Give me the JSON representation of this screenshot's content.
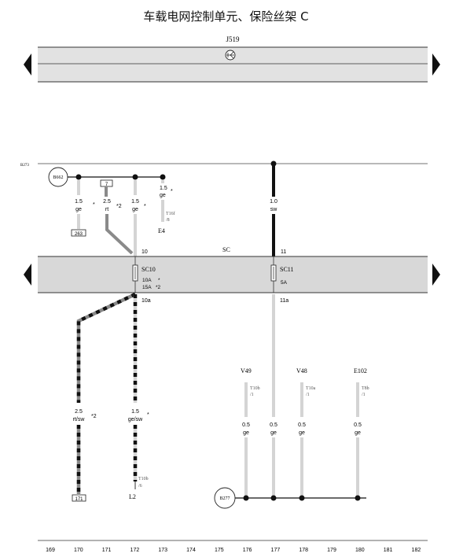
{
  "title": "车载电网控制单元、保险丝架 C",
  "control_unit": "J519",
  "bus_label": "B273",
  "fuse_block_label": "SC",
  "connectors": {
    "b662": "B662",
    "b277": "B277",
    "box_263": "263",
    "box_7": "7",
    "box_171": "171"
  },
  "wires": {
    "w170_size": "1.5",
    "w170_color": "ge",
    "w171_size": "2.5",
    "w171_color": "rt",
    "w171_note": "*2",
    "w172_size": "1.5",
    "w172_color": "ge",
    "w173_size": "1.5",
    "w173_color": "ge",
    "w170_star": "*",
    "w172_star": "*",
    "w173_star": "*",
    "w177_size": "1.0",
    "w177_color": "sw",
    "pin10": "10",
    "pin11": "11",
    "pin10a": "10a",
    "pin11a": "11a",
    "low170_size": "2.5",
    "low170_color": "rt/sw",
    "low170_note": "*2",
    "low172_size": "1.5",
    "low172_color": "ge/sw",
    "low172_star": "*",
    "v_size": "0.5",
    "v_color": "ge"
  },
  "components": {
    "e4": "E4",
    "t16f": "T16f",
    "t16f_pin": "/8",
    "l2": "L2",
    "t10b_l2": "T10b",
    "t10b_l2_pin": "/6",
    "v49": "V49",
    "v48": "V48",
    "e102": "E102",
    "t10b": "T10b",
    "t10b_pin": "/1",
    "t10a": "T10a",
    "t10a_pin": "/1",
    "t8b": "T8b",
    "t8b_pin": "/1"
  },
  "fuses": {
    "sc10": "SC10",
    "sc10_a": "10A",
    "sc10_a_star": "*",
    "sc10_b": "15A",
    "sc10_b_note": "*2",
    "sc11": "SC11",
    "sc11_a": "5A"
  },
  "scale": [
    "169",
    "170",
    "171",
    "172",
    "173",
    "174",
    "175",
    "176",
    "177",
    "178",
    "179",
    "180",
    "181",
    "182"
  ],
  "colors": {
    "ge": "#d4d4d4",
    "sw": "#111111",
    "rt": "#8a8a8a",
    "band": "#e2e2e2",
    "fuse_band": "#d8d8d8"
  }
}
